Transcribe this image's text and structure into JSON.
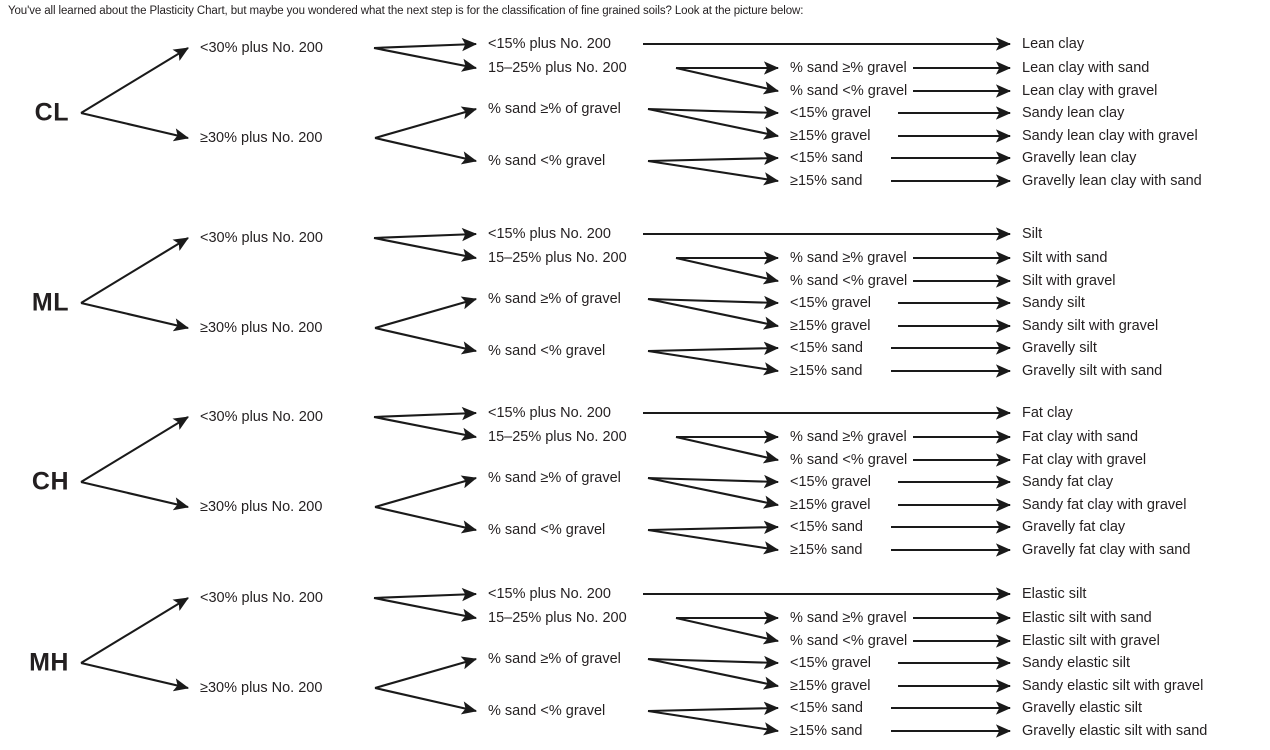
{
  "intro": "You've all learned about the Plasticity Chart, but maybe you wondered what the next step is for the classification of fine grained soils? Look at the picture below:",
  "theme": {
    "background": "#ffffff",
    "ink": "#231f20",
    "line": "#1a1a1a"
  },
  "layout": {
    "columns_x": [
      81,
      200,
      488,
      790,
      1022
    ],
    "block_offsets": [
      0,
      190,
      369,
      550
    ],
    "row_dy": [
      44,
      68,
      91,
      113,
      136,
      158,
      181
    ],
    "fork_x_1": 81,
    "fork_x_2": 374,
    "fork_x_3": 676,
    "fork_x_4": 955
  },
  "common": {
    "split_30": [
      "<30% plus No. 200",
      "≥30% plus No. 200"
    ],
    "split_15": [
      "<15% plus No. 200",
      "15–25% plus No. 200"
    ],
    "sand_gravel_of": [
      "% sand ≥% of gravel",
      "% sand <% gravel"
    ],
    "sand_gravel": [
      "% sand ≥% gravel",
      "% sand <% gravel"
    ],
    "gravel_15": [
      "<15% gravel",
      "≥15% gravel"
    ],
    "sand_15": [
      "<15% sand",
      "≥15% sand"
    ]
  },
  "blocks": [
    {
      "id": "cl",
      "root": "CL",
      "col2": [
        "<30% plus No. 200",
        "≥30% plus No. 200"
      ],
      "col3": [
        "<15% plus No. 200",
        "15–25% plus No. 200",
        "% sand ≥% of gravel",
        "% sand <% gravel"
      ],
      "col4": [
        "% sand ≥% gravel",
        "% sand <% gravel",
        "<15% gravel",
        "≥15% gravel",
        "<15% sand",
        "≥15% sand"
      ],
      "leaves": [
        "Lean clay",
        "Lean clay with sand",
        "Lean clay with gravel",
        "Sandy lean clay",
        "Sandy lean clay with gravel",
        "Gravelly lean clay",
        "Gravelly lean clay with sand"
      ]
    },
    {
      "id": "ml",
      "root": "ML",
      "col2": [
        "<30% plus No. 200",
        "≥30% plus No. 200"
      ],
      "col3": [
        "<15% plus No. 200",
        "15–25% plus No. 200",
        "% sand ≥% of gravel",
        "% sand <% gravel"
      ],
      "col4": [
        "% sand ≥% gravel",
        "% sand <% gravel",
        "<15% gravel",
        "≥15% gravel",
        "<15% sand",
        "≥15% sand"
      ],
      "leaves": [
        "Silt",
        "Silt with sand",
        "Silt with gravel",
        "Sandy silt",
        "Sandy silt with gravel",
        "Gravelly silt",
        "Gravelly silt with sand"
      ]
    },
    {
      "id": "ch",
      "root": "CH",
      "col2": [
        "<30% plus No. 200",
        "≥30% plus No. 200"
      ],
      "col3": [
        "<15% plus No. 200",
        "15–25% plus No. 200",
        "% sand ≥% of gravel",
        "% sand <% gravel"
      ],
      "col4": [
        "% sand ≥% gravel",
        "% sand <% gravel",
        "<15% gravel",
        "≥15% gravel",
        "<15% sand",
        "≥15% sand"
      ],
      "leaves": [
        "Fat clay",
        "Fat clay with sand",
        "Fat clay with gravel",
        "Sandy fat clay",
        "Sandy fat clay with gravel",
        "Gravelly fat clay",
        "Gravelly fat clay with sand"
      ]
    },
    {
      "id": "mh",
      "root": "MH",
      "col2": [
        "<30% plus No. 200",
        "≥30% plus No. 200"
      ],
      "col3": [
        "<15% plus No. 200",
        "15–25% plus No. 200",
        "% sand ≥% of gravel",
        "% sand <% gravel"
      ],
      "col4": [
        "% sand ≥% gravel",
        "% sand <% gravel",
        "<15% gravel",
        "≥15% gravel",
        "<15% sand",
        "≥15% sand"
      ],
      "leaves": [
        "Elastic silt",
        "Elastic silt with sand",
        "Elastic silt with gravel",
        "Sandy elastic silt",
        "Sandy elastic silt with gravel",
        "Gravelly elastic silt",
        "Gravelly elastic silt with sand"
      ]
    }
  ]
}
